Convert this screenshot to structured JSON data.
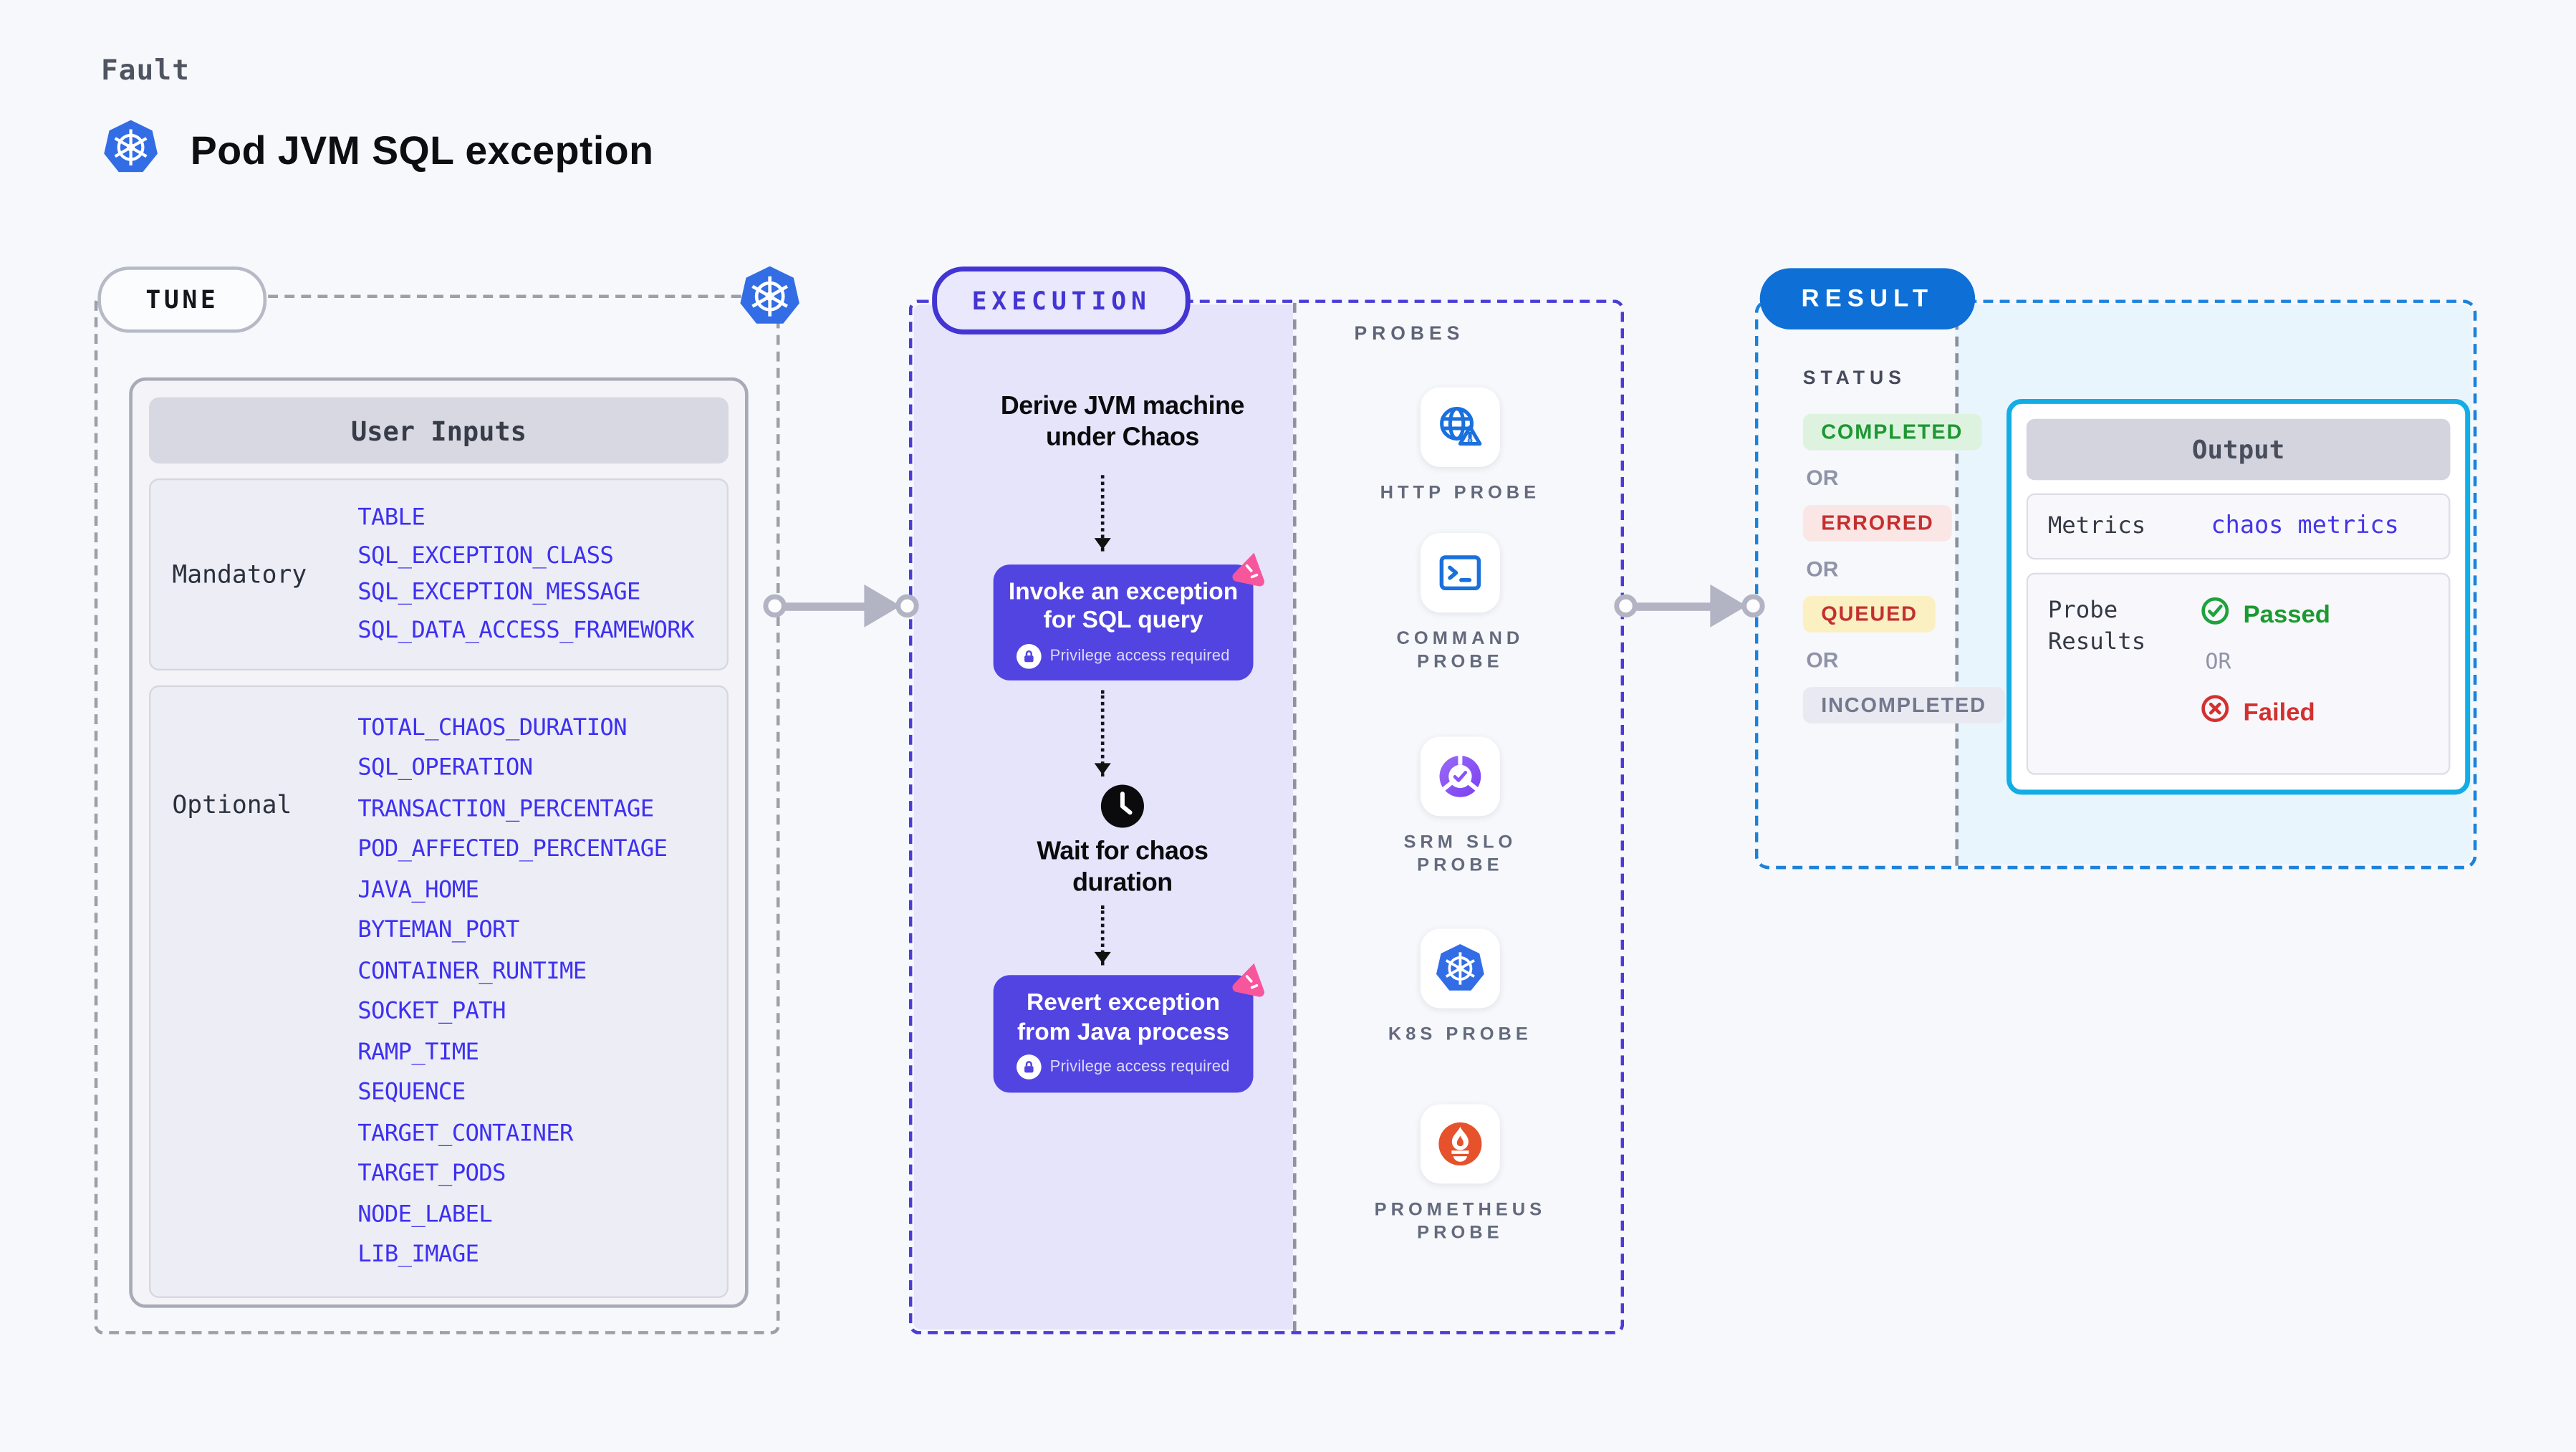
{
  "header": {
    "kicker": "Fault",
    "title": "Pod JVM SQL exception"
  },
  "tune": {
    "badge": "TUNE",
    "user_inputs_title": "User Inputs",
    "mandatory_label": "Mandatory",
    "mandatory_items": [
      "TABLE",
      "SQL_EXCEPTION_CLASS",
      "SQL_EXCEPTION_MESSAGE",
      "SQL_DATA_ACCESS_FRAMEWORK"
    ],
    "optional_label": "Optional",
    "optional_items": [
      "TOTAL_CHAOS_DURATION",
      "SQL_OPERATION",
      "TRANSACTION_PERCENTAGE",
      "POD_AFFECTED_PERCENTAGE",
      "JAVA_HOME",
      "BYTEMAN_PORT",
      "CONTAINER_RUNTIME",
      "SOCKET_PATH",
      "RAMP_TIME",
      "SEQUENCE",
      "TARGET_CONTAINER",
      "TARGET_PODS",
      "NODE_LABEL",
      "LIB_IMAGE"
    ]
  },
  "execution": {
    "badge": "EXECUTION",
    "derive_label": "Derive JVM machine under Chaos",
    "invoke_node": {
      "title": "Invoke an exception for SQL query",
      "note": "Privilege access required"
    },
    "wait_label": "Wait for chaos duration",
    "revert_node": {
      "title": "Revert exception from Java process",
      "note": "Privilege access required"
    }
  },
  "probes": {
    "label": "PROBES",
    "items": [
      {
        "name": "HTTP PROBE",
        "icon": "http-probe-icon"
      },
      {
        "name": "COMMAND PROBE",
        "icon": "command-probe-icon"
      },
      {
        "name": "SRM SLO PROBE",
        "icon": "srm-slo-probe-icon"
      },
      {
        "name": "K8S PROBE",
        "icon": "k8s-probe-icon"
      },
      {
        "name": "PROMETHEUS PROBE",
        "icon": "prometheus-probe-icon"
      }
    ]
  },
  "result": {
    "badge": "RESULT",
    "status_label": "STATUS",
    "or_label": "OR",
    "statuses": [
      "COMPLETED",
      "ERRORED",
      "QUEUED",
      "INCOMPLETED"
    ],
    "output": {
      "title": "Output",
      "metrics_label": "Metrics",
      "metrics_value": "chaos metrics",
      "probe_results_label": "Probe Results",
      "passed_label": "Passed",
      "failed_label": "Failed"
    }
  },
  "colors": {
    "page_bg": "#f7f8fb",
    "lavender_bg": "#e6e4fa",
    "node_purple": "#5244e1",
    "execution_border": "#4a3cd9",
    "tune_border": "#9ba0ab",
    "result_border": "#1b82dd",
    "result_fill": "#e9f5fd",
    "output_border": "#12ade4",
    "result_pill": "#0e6fd6",
    "param_blue": "#3e30f2",
    "completed_green": "#1d9733",
    "errored_red": "#c4302e",
    "queued_bg": "#faf0c2",
    "incompleted_gray": "#73788e",
    "passed_green": "#1b9a2f",
    "failed_red": "#d43030",
    "litmus_pink": "#f8569c",
    "k8s_blue": "#326de6",
    "prometheus_orange": "#e6522c",
    "arrow_gray": "#b2b3c3"
  }
}
